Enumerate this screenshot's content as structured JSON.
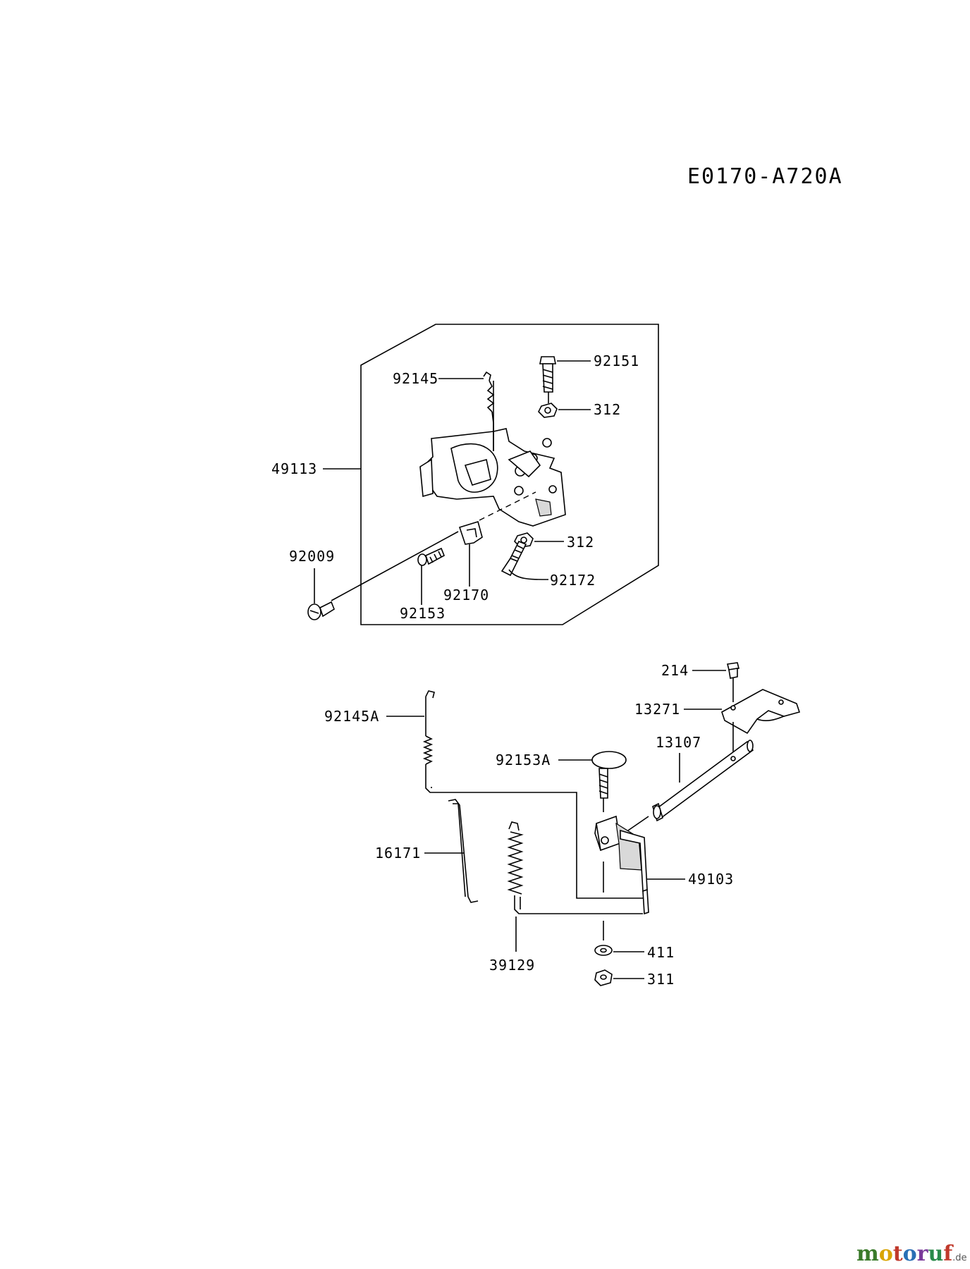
{
  "diagram_code": "E0170-A720A",
  "parts": {
    "p49113": "49113",
    "p92145": "92145",
    "p92151": "92151",
    "p312a": "312",
    "p312b": "312",
    "p92009": "92009",
    "p92153": "92153",
    "p92170": "92170",
    "p92172": "92172",
    "p214": "214",
    "p13271": "13271",
    "p13107": "13107",
    "p92145A": "92145A",
    "p92153A": "92153A",
    "p16171": "16171",
    "p49103": "49103",
    "p39129": "39129",
    "p411": "411",
    "p311": "311"
  },
  "watermark": {
    "brand_m": "m",
    "brand_o1": "o",
    "brand_t": "t",
    "brand_o2": "o",
    "brand_r": "r",
    "brand_u": "u",
    "brand_f": "f",
    "tld": ".de",
    "colors": [
      "#3a7a2a",
      "#d9a400",
      "#c0392b",
      "#2a6fb5",
      "#7a3a9a",
      "#2a8a4a",
      "#c0392b"
    ]
  }
}
